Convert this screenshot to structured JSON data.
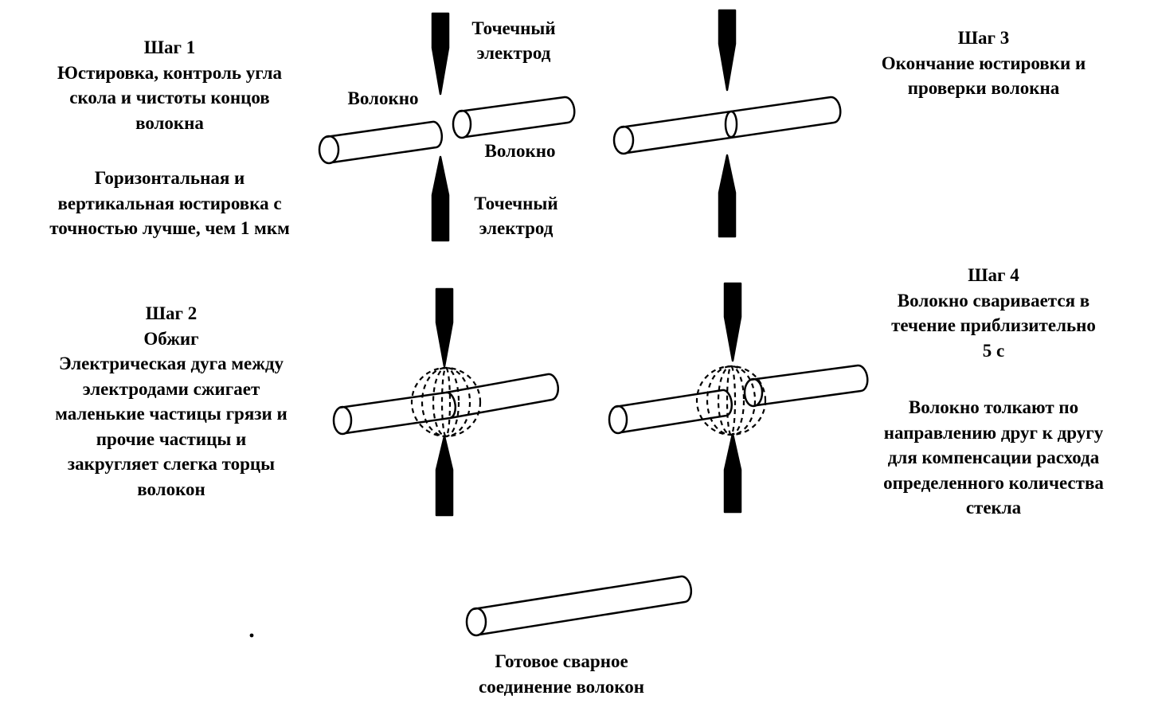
{
  "step1": {
    "title": "Шаг 1",
    "lines": [
      "Юстировка, контроль угла",
      "скола и чистоты концов",
      "волокна"
    ],
    "note_lines": [
      "Горизонтальная и",
      "вертикальная юстировка с",
      "точностью лучше, чем 1 мкм"
    ]
  },
  "step2": {
    "title": "Шаг 2",
    "subtitle": "Обжиг",
    "lines": [
      "Электрическая дуга между",
      "электродами сжигает",
      "маленькие частицы грязи и",
      "прочие частицы и",
      "закругляет слегка торцы",
      "волокон"
    ]
  },
  "step3": {
    "title": "Шаг 3",
    "lines": [
      "Окончание юстировки и",
      "проверки волокна"
    ]
  },
  "step4": {
    "title": "Шаг 4",
    "lines": [
      "Волокно сваривается в",
      "течение приблизительно",
      "5 с"
    ],
    "note_lines": [
      "Волокно толкают по",
      "направлению друг к другу",
      "для компенсации расхода",
      "определенного количества",
      "стекла"
    ]
  },
  "labels": {
    "electrode_top": [
      "Точечный",
      "электрод"
    ],
    "electrode_bottom": [
      "Точечный",
      "электрод"
    ],
    "fiber_left": "Волокно",
    "fiber_right": "Волокно"
  },
  "result": {
    "lines": [
      "Готовое сварное",
      "соединение волокон"
    ]
  }
}
